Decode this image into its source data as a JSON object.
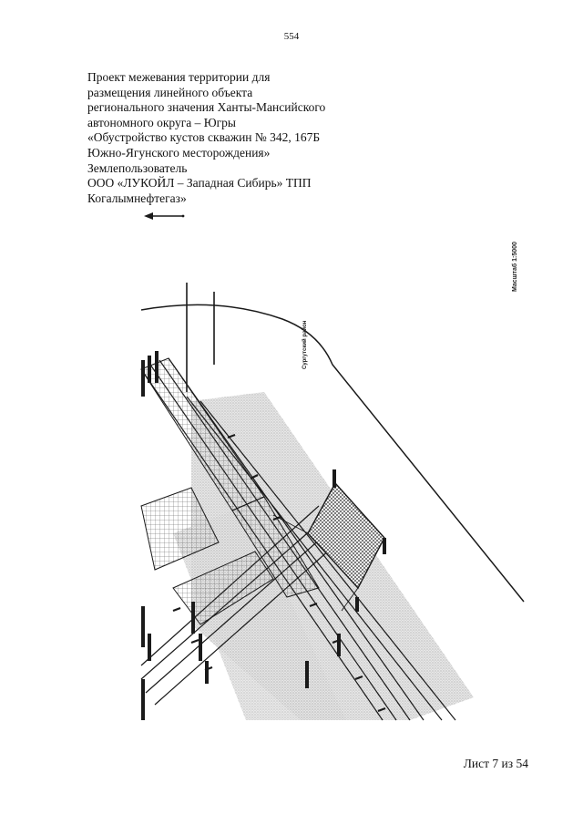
{
  "page_number": "554",
  "title_lines": [
    "Проект межевания территории для",
    "размещения линейного объекта",
    "регионального значения Ханты-Мансийского",
    "автономного округа  –  Югры",
    "«Обустройство кустов скважин № 342, 167Б",
    "Южно-Ягунского месторождения»",
    "Землепользователь",
    "ООО «ЛУКОЙЛ – Западная Сибирь» ТПП",
    "Когалымнефтегаз»"
  ],
  "map": {
    "scale_text": "Масштаб 1:5000",
    "district_label": "Сургутский район",
    "colors": {
      "ink": "#1a1a1a",
      "hatch": "#444444",
      "gray": "#bdbdbd"
    }
  },
  "sheet_label": "Лист 7 из 54"
}
